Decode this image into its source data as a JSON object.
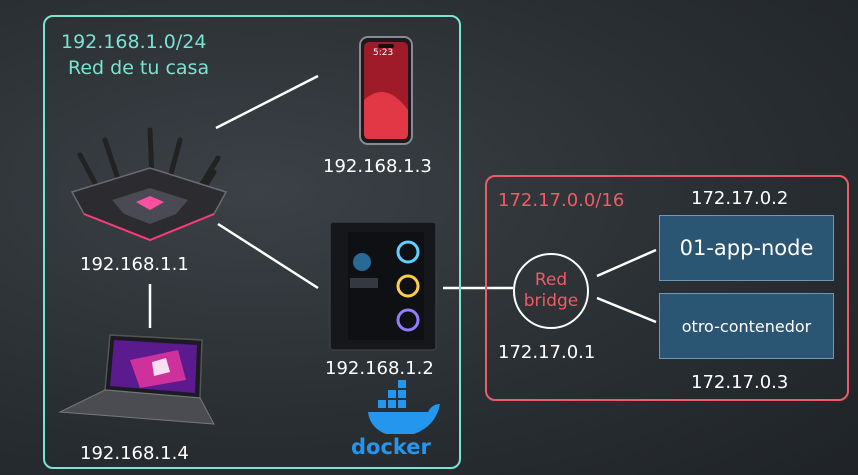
{
  "lan": {
    "subnet": "192.168.1.0/24",
    "name": "Red de tu casa",
    "router_ip": "192.168.1.1",
    "phone_ip": "192.168.1.3",
    "pc_ip": "192.168.1.2",
    "laptop_ip": "192.168.1.4",
    "phone_time": "5:23"
  },
  "docker": {
    "logo_text": "docker",
    "color": "#2496ed"
  },
  "bridge_network": {
    "subnet": "172.17.0.0/16",
    "line1": "Red",
    "line2": "bridge",
    "gateway_ip": "172.17.0.1"
  },
  "containers": [
    {
      "name": "01-app-node",
      "ip": "172.17.0.2"
    },
    {
      "name": "otro-contenedor",
      "ip": "172.17.0.3"
    }
  ],
  "colors": {
    "lan_border": "#7be3d2",
    "bridge_border": "#ef5b67",
    "container_fill": "#2a5674"
  }
}
